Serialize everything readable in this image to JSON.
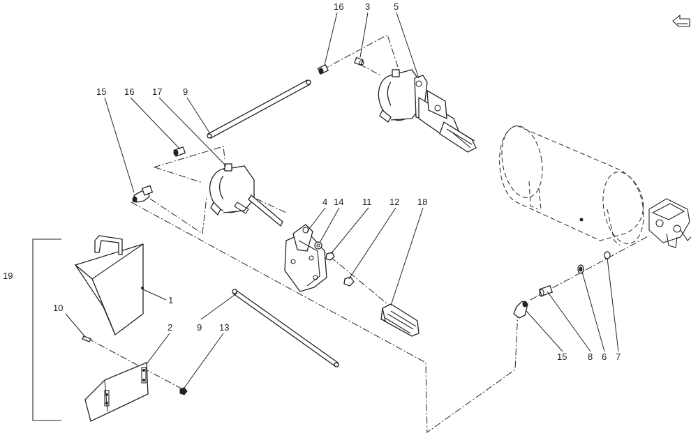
{
  "callouts": [
    {
      "id": "c16a",
      "text": "16"
    },
    {
      "id": "c3",
      "text": "3"
    },
    {
      "id": "c5",
      "text": "5"
    },
    {
      "id": "c15a",
      "text": "15"
    },
    {
      "id": "c16b",
      "text": "16"
    },
    {
      "id": "c17",
      "text": "17"
    },
    {
      "id": "c9a",
      "text": "9"
    },
    {
      "id": "c4",
      "text": "4"
    },
    {
      "id": "c14",
      "text": "14"
    },
    {
      "id": "c11",
      "text": "11"
    },
    {
      "id": "c12",
      "text": "12"
    },
    {
      "id": "c18",
      "text": "18"
    },
    {
      "id": "c19",
      "text": "19"
    },
    {
      "id": "c1",
      "text": "1"
    },
    {
      "id": "c10",
      "text": "10"
    },
    {
      "id": "c2",
      "text": "2"
    },
    {
      "id": "c9b",
      "text": "9"
    },
    {
      "id": "c13",
      "text": "13"
    },
    {
      "id": "c15b",
      "text": "15"
    },
    {
      "id": "c8",
      "text": "8"
    },
    {
      "id": "c6",
      "text": "6"
    },
    {
      "id": "c7",
      "text": "7"
    }
  ],
  "icons": {
    "return_icon": "return-arrow-icon"
  }
}
